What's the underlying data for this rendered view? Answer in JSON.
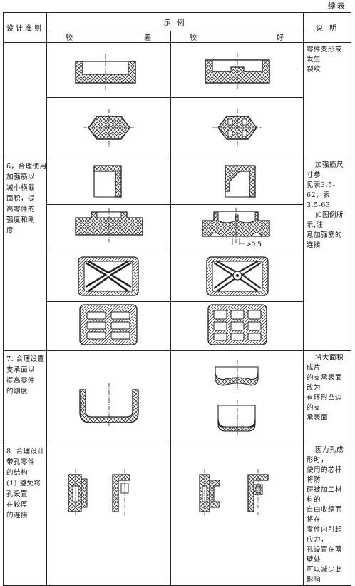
{
  "page": {
    "continued_label": "续表"
  },
  "header": {
    "criterion": "设计准则",
    "example": "示 例",
    "worse": [
      "较",
      "差"
    ],
    "better": [
      "较",
      "好"
    ],
    "note": "说 明"
  },
  "rows": [
    {
      "criterion_lines": [],
      "note_lines": [
        "零件变形或发生",
        "裂纹"
      ]
    },
    {
      "criterion_lines": [
        "6，合理使用",
        "加强筋以",
        "减小横截",
        "面积，提",
        "高零件的",
        "强度和刚",
        "度"
      ],
      "note_lines": [
        "加强筋尺寸参",
        "见表3.5-62，表",
        "3.5-63",
        "如图例所示,注",
        "意加强筋的连接"
      ],
      "callout": ">0.5"
    },
    {
      "criterion_lines": [
        "7. 合理设置",
        "支承面以",
        "提高零件",
        "的刚度"
      ],
      "note_lines": [
        "将大面积成片",
        "的支承表面改为",
        "有环形凸边的支",
        "承表面"
      ]
    },
    {
      "criterion_lines": [
        "8. 合理设计",
        "带孔零件",
        "的结构",
        "(1) 避免将",
        "孔设置",
        "在较厚",
        "的连接"
      ],
      "note_lines": [
        "因为孔成形时，",
        "使用的芯杆将防",
        "碍被加工材料的",
        "自由收缩而将在",
        "零件内引起应力，",
        "孔设置在薄壁处",
        "可以减少此影响"
      ]
    }
  ]
}
